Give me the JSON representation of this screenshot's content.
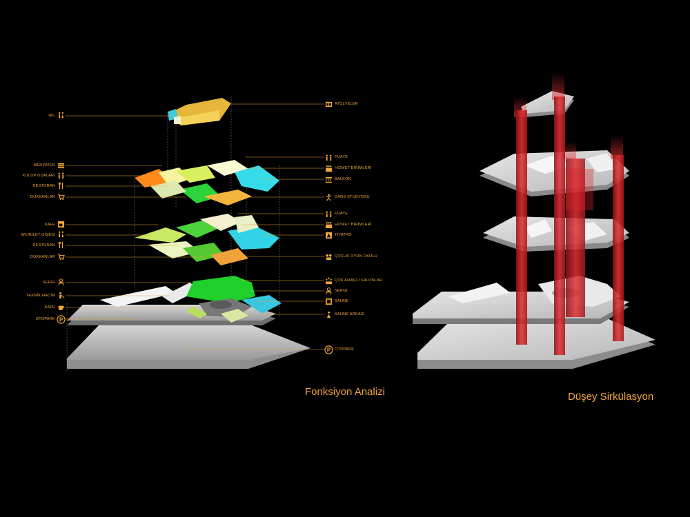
{
  "captions": {
    "left": "Fonksiyon Analizi",
    "right": "Düşey Sirkülasyon"
  },
  "labels_left": [
    {
      "text": "WC",
      "icon": "restroom-icon"
    },
    {
      "text": "MEDYATEK",
      "icon": "books-icon"
    },
    {
      "text": "KULÜP ODALARI",
      "icon": "people-group-icon"
    },
    {
      "text": "RESTORAN",
      "icon": "cutlery-icon"
    },
    {
      "text": "DÜKKANLAR",
      "icon": "shopping-cart-icon"
    },
    {
      "text": "KAFE",
      "icon": "coffee-cup-icon"
    },
    {
      "text": "WC/BİLET GİŞESİ",
      "icon": "restroom-icon"
    },
    {
      "text": "RESTORAN",
      "icon": "cutlery-icon"
    },
    {
      "text": "DÜKKANLAR",
      "icon": "shopping-cart-icon"
    },
    {
      "text": "SERGİ",
      "icon": "exhibition-icon"
    },
    {
      "text": "TEKNİK HACİM",
      "icon": "technician-icon"
    },
    {
      "text": "KAFE",
      "icon": "coffee-cup-icon"
    },
    {
      "text": "OTOPARK",
      "icon": "parking-icon"
    }
  ],
  "labels_right": [
    {
      "text": "ATÖLYELER",
      "icon": "workshop-icon"
    },
    {
      "text": "FUAYE",
      "icon": "people-group-icon"
    },
    {
      "text": "HİZMET BİRİMLERİ",
      "icon": "staff-icon"
    },
    {
      "text": "BALKON",
      "icon": "balcony-icon"
    },
    {
      "text": "DANS STÜDYOSU",
      "icon": "dancer-icon"
    },
    {
      "text": "FUAYE",
      "icon": "people-group-icon"
    },
    {
      "text": "HİZMET BİRİMLERİ",
      "icon": "staff-icon"
    },
    {
      "text": "TİYATRO",
      "icon": "theater-icon"
    },
    {
      "text": "ÇOCUK OYUN OKULU",
      "icon": "kids-icon"
    },
    {
      "text": "ÇOK AMAÇLI SALONLAR",
      "icon": "people-group-icon"
    },
    {
      "text": "SERGİ",
      "icon": "exhibition-icon"
    },
    {
      "text": "SAHNE",
      "icon": "stage-icon"
    },
    {
      "text": "SAHNE ARKASI",
      "icon": "backstage-icon"
    },
    {
      "text": "OTOPARK",
      "icon": "parking-icon"
    }
  ],
  "colors": {
    "accent": "#f0a63a",
    "background": "#000000",
    "circulation": "#d8262b"
  }
}
